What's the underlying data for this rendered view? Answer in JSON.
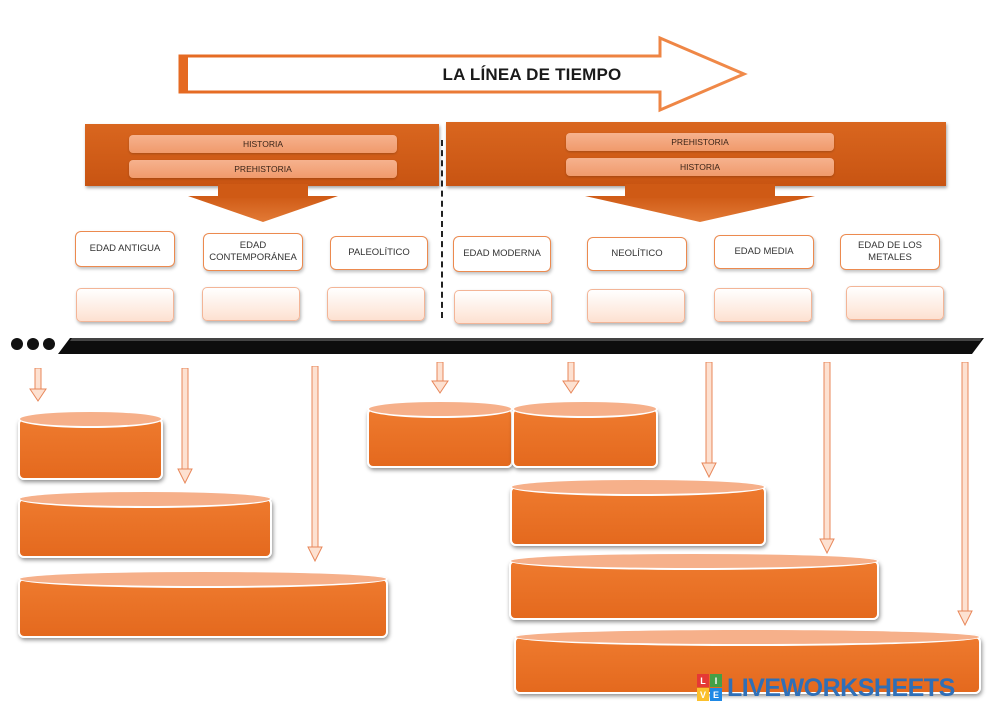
{
  "title": "LA LÍNEA DE TIEMPO",
  "left_banner": {
    "pill_1": "HISTORIA",
    "pill_2": "PREHISTORIA"
  },
  "right_banner": {
    "pill_1": "PREHISTORIA",
    "pill_2": "HISTORIA"
  },
  "labels": {
    "edad_antigua": "EDAD ANTIGUA",
    "edad_contemporanea": "EDAD CONTEMPORÁNEA",
    "paleolitico": "PALEOLÍTICO",
    "edad_moderna": "EDAD MODERNA",
    "neolitico": "NEOLÍTICO",
    "edad_media": "EDAD MEDIA",
    "edad_metales": "EDAD DE LOS METALES"
  },
  "watermark": {
    "text": "LIVEWORKSHEETS",
    "logo_letters": "LIVE"
  },
  "colors": {
    "orange": "#e4691e",
    "light_orange": "#f6b08a",
    "dark_orange": "#c85412",
    "border_orange": "#ec8a4f",
    "brand_blue": "#2f6fb7"
  }
}
